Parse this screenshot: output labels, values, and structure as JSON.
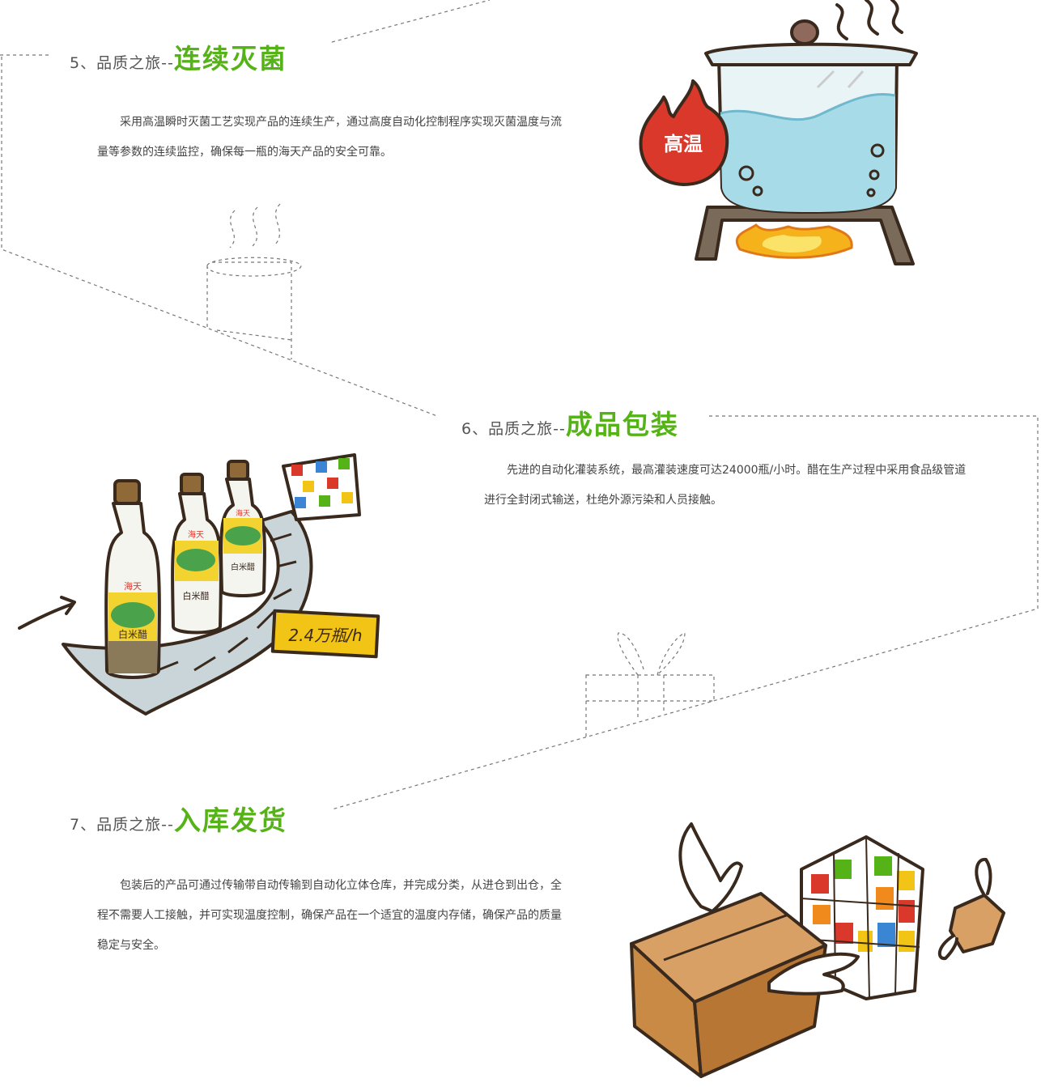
{
  "sections": [
    {
      "prefix": "5、品质之旅--",
      "highlight": "连续灭菌",
      "body": "采用高温瞬时灭菌工艺实现产品的连续生产，通过高度自动化控制程序实现灭菌温度与流量等参数的连续监控，确保每一瓶的海天产品的安全可靠。",
      "badge": "高温"
    },
    {
      "prefix": "6、品质之旅--",
      "highlight": "成品包装",
      "body": "先进的自动化灌装系统，最高灌装速度可达24000瓶/小时。醋在生产过程中采用食品级管道进行全封闭式输送，杜绝外源污染和人员接触。",
      "speed_label": "2.4万瓶/h",
      "bottle_brand": "海天",
      "bottle_product": "白米醋"
    },
    {
      "prefix": "7、品质之旅--",
      "highlight": "入库发货",
      "body": "包装后的产品可通过传输带自动传输到自动化立体仓库，并完成分类，从进仓到出仓，全程不需要人工接触，并可实现温度控制，确保产品在一个适宜的温度内存储，确保产品的质量稳定与安全。"
    }
  ],
  "colors": {
    "accent": "#56b317",
    "text": "#444444",
    "dashed_line": "#777777",
    "flame_red": "#d9382b",
    "box_brown": "#c98a45",
    "water": "#a8dbe8"
  }
}
